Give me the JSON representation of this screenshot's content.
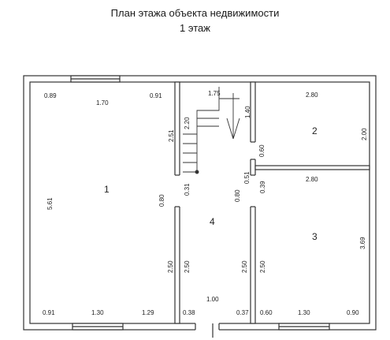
{
  "title": {
    "line1": "План этажа объекта недвижимости",
    "line2": "1 этаж"
  },
  "colors": {
    "wall": "#333333",
    "background": "#ffffff",
    "text": "#222222"
  },
  "rooms": {
    "r1": "1",
    "r2": "2",
    "r3": "3",
    "r4": "4"
  },
  "dimensions": {
    "room1": {
      "top_left": "0.89",
      "top_mid": "1.70",
      "top_right": "0.91",
      "height": "5.61",
      "right_upper": "0.80",
      "right_lower": "2.50",
      "bottom_left": "0.91",
      "bottom_mid": "1.30",
      "bottom_right": "1.29"
    },
    "stair": {
      "top": "1.75",
      "left_a": "2.51",
      "left_b": "2.20",
      "left_c": "0.31",
      "right_a": "1.40",
      "right_b": "0.60",
      "right_c": "0.51"
    },
    "room4": {
      "right_upper": "0.80",
      "left_lower": "2.50",
      "right_lower": "2.50",
      "bottom_mid": "1.00",
      "bottom_left": "0.38",
      "bottom_right": "0.37"
    },
    "room2": {
      "top": "2.80",
      "right": "2.00"
    },
    "room3": {
      "top": "2.80",
      "left_upper": "0.39",
      "left_lower": "2.50",
      "right": "3.69",
      "bottom_left": "0.60",
      "bottom_mid": "1.30",
      "bottom_right": "0.90"
    }
  }
}
